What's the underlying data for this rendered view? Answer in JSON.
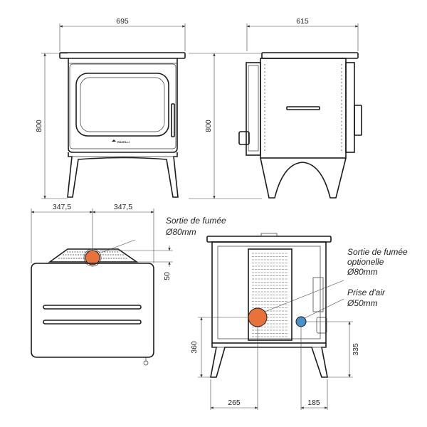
{
  "brand": "RAVELLI",
  "colors": {
    "flue": "#e8723a",
    "air_inlet": "#4a90c8",
    "line": "#1a1a1a"
  },
  "front_view": {
    "width": "695",
    "height": "800"
  },
  "side_view": {
    "width": "615",
    "height": "800"
  },
  "top_view": {
    "half_left": "347,5",
    "half_right": "347,5",
    "offset": "50"
  },
  "back_view": {
    "flue_height": "360",
    "air_height": "335",
    "flue_offset": "265",
    "air_offset": "185"
  },
  "labels": {
    "flue_outlet_title": "Sortie de fumée",
    "flue_outlet_size": "Ø80mm",
    "optional_flue_line1": "Sortie de fumée",
    "optional_flue_line2": "optionelle",
    "optional_flue_size": "Ø80mm",
    "air_inlet_title": "Prise d'air",
    "air_inlet_size": "Ø50mm"
  }
}
